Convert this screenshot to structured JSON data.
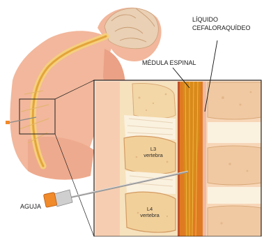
{
  "labels": {
    "csf_line1": "LÍQUIDO",
    "csf_line2": "CEFALORAQUÍDEO",
    "spinal_cord": "MÉDULA ESPINAL",
    "needle": "AGUJA",
    "l3_line1": "L3",
    "l3_line2": "vertebra",
    "l4_line1": "L4",
    "l4_line2": "vertebra"
  },
  "colors": {
    "skin": "#f2b79c",
    "skin_shadow": "#e39a80",
    "spine": "#f3c56a",
    "bone": "#f5deb3",
    "bone_dark": "#d9a978",
    "cord": "#d8891c",
    "dura": "#b83a1c",
    "brain": "#e9c7a6",
    "needle_hub": "#f08a2a"
  }
}
